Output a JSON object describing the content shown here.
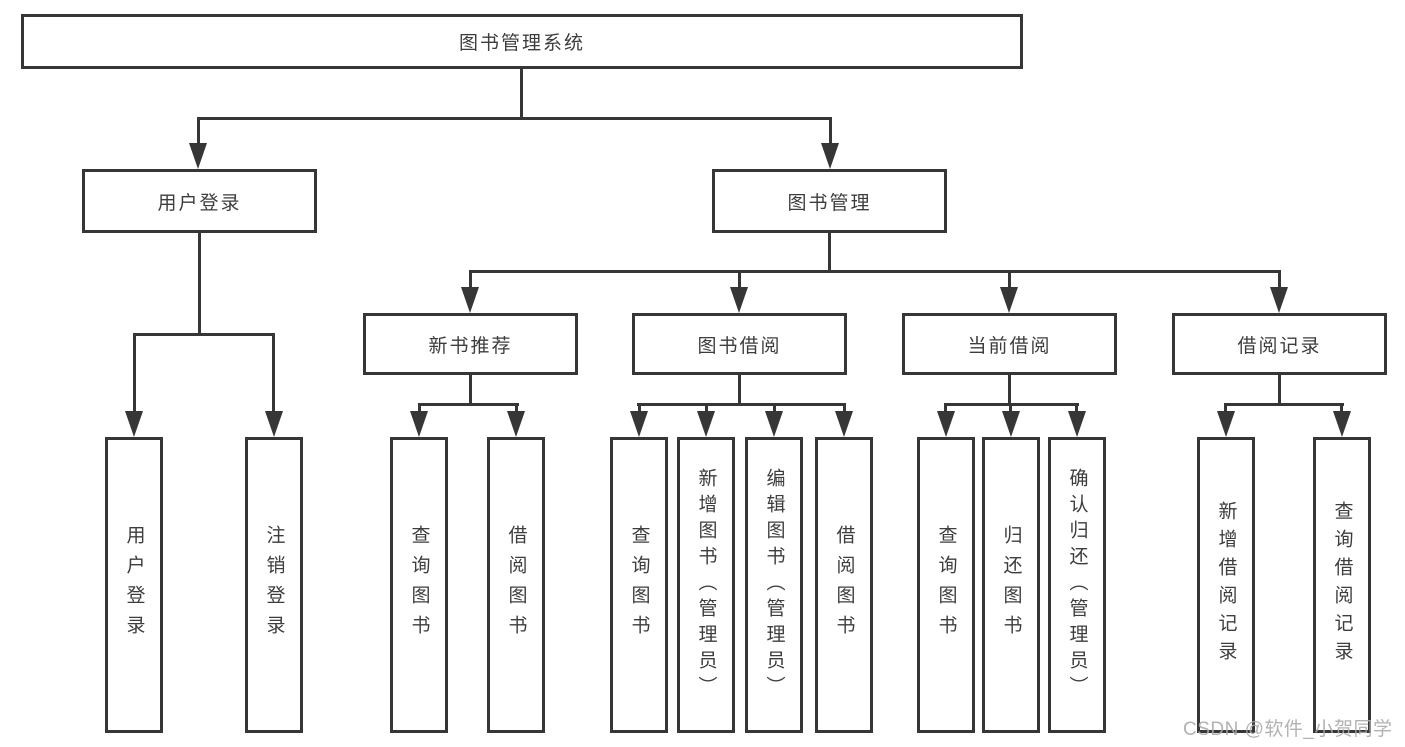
{
  "diagram": {
    "root": {
      "label": "图书管理系统"
    },
    "level2": [
      {
        "label": "用户登录"
      },
      {
        "label": "图书管理"
      }
    ],
    "level3": [
      {
        "label": "新书推荐"
      },
      {
        "label": "图书借阅"
      },
      {
        "label": "当前借阅"
      },
      {
        "label": "借阅记录"
      }
    ],
    "leaves": {
      "user_login": [
        "用户登录",
        "注销登录"
      ],
      "new_books": [
        "查询图书",
        "借阅图书"
      ],
      "book_borrow": [
        "查询图书",
        "新增图书（管理员）",
        "编辑图书（管理员）",
        "借阅图书"
      ],
      "current_borrow": [
        "查询图书",
        "归还图书",
        "确认归还（管理员）"
      ],
      "borrow_records": [
        "新增借阅记录",
        "查询借阅记录"
      ]
    },
    "watermark": "CSDN @软件_小贺同学",
    "colors": {
      "line": "#363636",
      "text": "#3d3d3d",
      "background": "#ffffff",
      "watermark": "#aaaaaa"
    }
  }
}
